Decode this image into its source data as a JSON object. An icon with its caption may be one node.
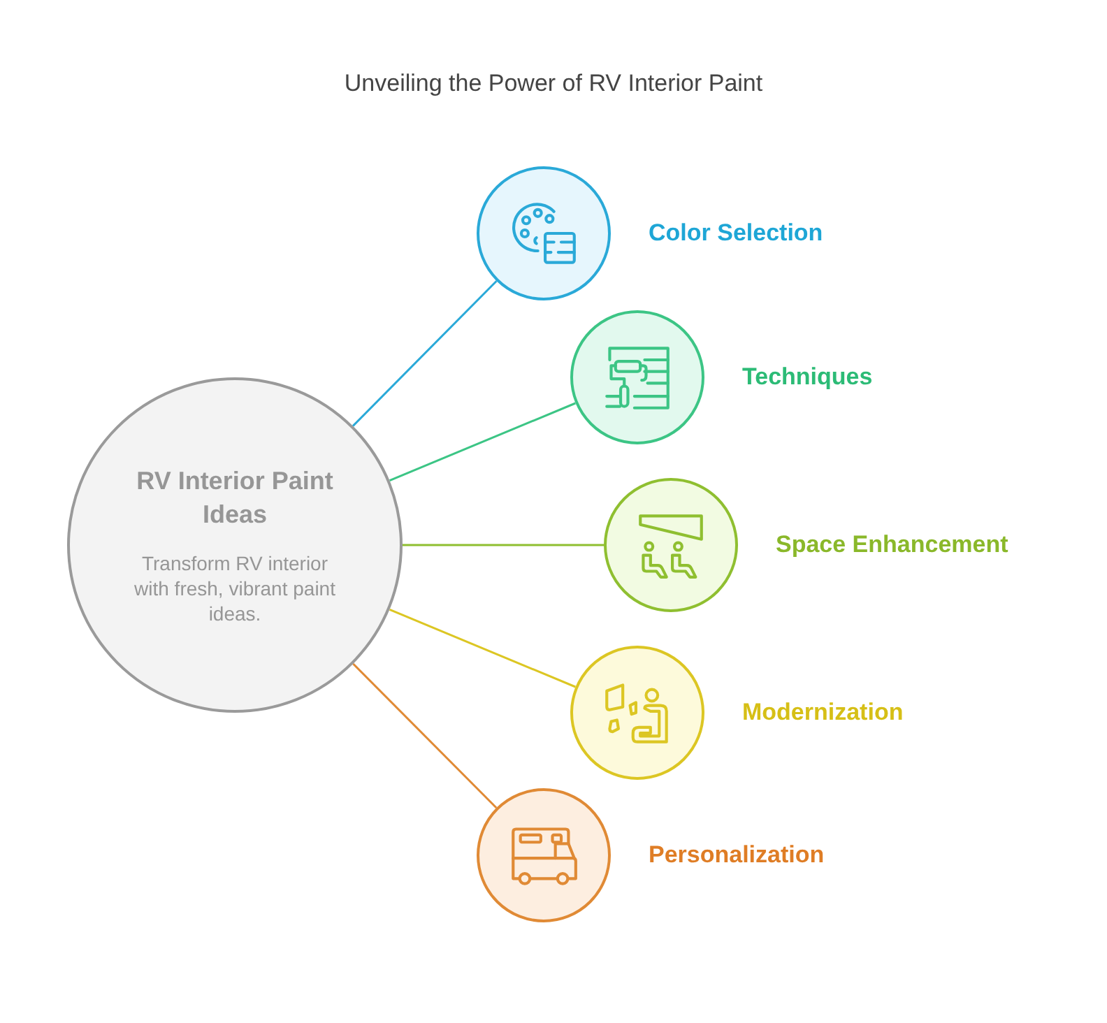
{
  "diagram": {
    "title": "Unveiling the Power of RV Interior Paint",
    "nodes": [
      {
        "text": [
          "RV Interior Paint Ideas",
          "Transform RV interior with fresh, vibrant paint ideas."
        ]
      },
      {
        "text": [],
        "shape": "circle",
        "beside": [
          "Color Selection"
        ]
      },
      {
        "text": [],
        "shape": "circle",
        "beside": [
          "Techniques"
        ]
      },
      {
        "text": [],
        "shape": "circle",
        "beside": [
          "Space Enhancement"
        ]
      },
      {
        "text": [],
        "shape": "circle",
        "beside": [
          "Modernization"
        ]
      },
      {
        "text": [],
        "shape": "circle",
        "beside": [
          "Personalization"
        ]
      }
    ],
    "edges": [
      {
        "from": 0,
        "to": 1,
        "arrow": "none",
        "color": "#2aa9d8"
      },
      {
        "from": 0,
        "to": 2,
        "arrow": "none",
        "color": "#3cc585"
      },
      {
        "from": 0,
        "to": 3,
        "arrow": "none",
        "color": "#8fbf30"
      },
      {
        "from": 0,
        "to": 4,
        "arrow": "none",
        "color": "#dcc623"
      },
      {
        "from": 0,
        "to": 5,
        "arrow": "none",
        "color": "#e08a35"
      }
    ]
  }
}
